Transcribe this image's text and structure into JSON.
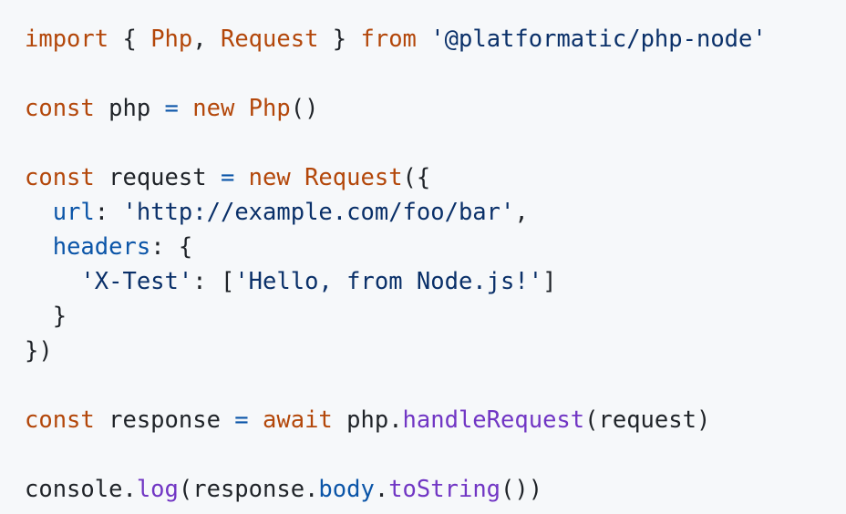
{
  "code": {
    "language": "javascript",
    "lines": [
      [
        {
          "t": "import",
          "k": "kw"
        },
        {
          "t": " { ",
          "k": "plain"
        },
        {
          "t": "Php",
          "k": "cls"
        },
        {
          "t": ", ",
          "k": "plain"
        },
        {
          "t": "Request",
          "k": "cls"
        },
        {
          "t": " } ",
          "k": "plain"
        },
        {
          "t": "from",
          "k": "kw"
        },
        {
          "t": " ",
          "k": "plain"
        },
        {
          "t": "'@platformatic/php-node'",
          "k": "str"
        }
      ],
      [],
      [
        {
          "t": "const",
          "k": "kw"
        },
        {
          "t": " php ",
          "k": "plain"
        },
        {
          "t": "=",
          "k": "op"
        },
        {
          "t": " ",
          "k": "plain"
        },
        {
          "t": "new",
          "k": "kw"
        },
        {
          "t": " ",
          "k": "plain"
        },
        {
          "t": "Php",
          "k": "cls"
        },
        {
          "t": "()",
          "k": "plain"
        }
      ],
      [],
      [
        {
          "t": "const",
          "k": "kw"
        },
        {
          "t": " request ",
          "k": "plain"
        },
        {
          "t": "=",
          "k": "op"
        },
        {
          "t": " ",
          "k": "plain"
        },
        {
          "t": "new",
          "k": "kw"
        },
        {
          "t": " ",
          "k": "plain"
        },
        {
          "t": "Request",
          "k": "cls"
        },
        {
          "t": "({",
          "k": "plain"
        }
      ],
      [
        {
          "t": "  ",
          "k": "plain"
        },
        {
          "t": "url",
          "k": "prop"
        },
        {
          "t": ": ",
          "k": "plain"
        },
        {
          "t": "'http://example.com/foo/bar'",
          "k": "str"
        },
        {
          "t": ",",
          "k": "plain"
        }
      ],
      [
        {
          "t": "  ",
          "k": "plain"
        },
        {
          "t": "headers",
          "k": "prop"
        },
        {
          "t": ": {",
          "k": "plain"
        }
      ],
      [
        {
          "t": "    ",
          "k": "plain"
        },
        {
          "t": "'X-Test'",
          "k": "str"
        },
        {
          "t": ": [",
          "k": "plain"
        },
        {
          "t": "'Hello, from Node.js!'",
          "k": "str"
        },
        {
          "t": "]",
          "k": "plain"
        }
      ],
      [
        {
          "t": "  }",
          "k": "plain"
        }
      ],
      [
        {
          "t": "})",
          "k": "plain"
        }
      ],
      [],
      [
        {
          "t": "const",
          "k": "kw"
        },
        {
          "t": " response ",
          "k": "plain"
        },
        {
          "t": "=",
          "k": "op"
        },
        {
          "t": " ",
          "k": "plain"
        },
        {
          "t": "await",
          "k": "kw"
        },
        {
          "t": " php.",
          "k": "plain"
        },
        {
          "t": "handleRequest",
          "k": "fn"
        },
        {
          "t": "(request)",
          "k": "plain"
        }
      ],
      [],
      [
        {
          "t": "console.",
          "k": "plain"
        },
        {
          "t": "log",
          "k": "fn"
        },
        {
          "t": "(response.",
          "k": "plain"
        },
        {
          "t": "body",
          "k": "prop"
        },
        {
          "t": ".",
          "k": "plain"
        },
        {
          "t": "toString",
          "k": "fn"
        },
        {
          "t": "())",
          "k": "plain"
        }
      ]
    ]
  },
  "colors": {
    "background": "#f6f8fa",
    "keyword": "#b3470a",
    "string": "#0a3069",
    "property": "#0b55a8",
    "function": "#7136c4",
    "text": "#1f2328"
  }
}
